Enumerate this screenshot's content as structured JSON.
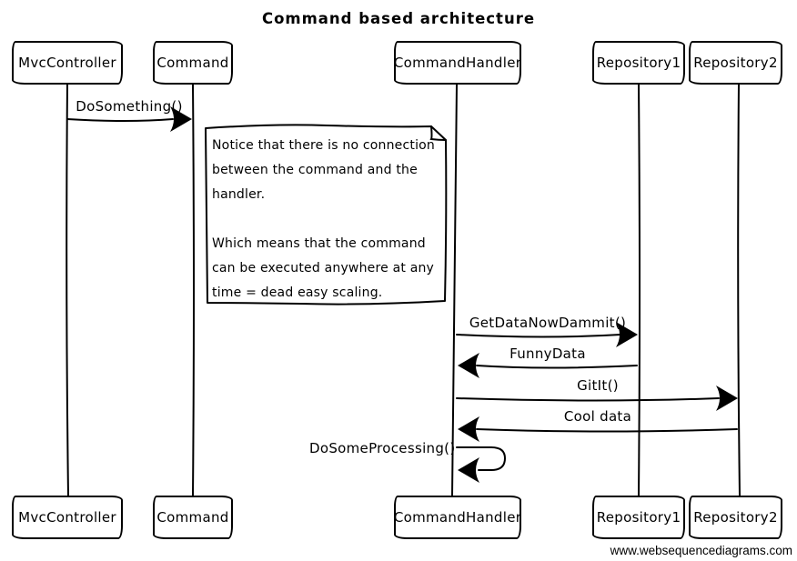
{
  "title": "Command based architecture",
  "footer": "www.websequencediagrams.com",
  "actors": [
    {
      "name": "MvcController"
    },
    {
      "name": "Command"
    },
    {
      "name": "CommandHandler"
    },
    {
      "name": "Repository1"
    },
    {
      "name": "Repository2"
    }
  ],
  "messages": [
    {
      "label": "DoSomething()",
      "from": "MvcController",
      "to": "Command",
      "direction": "right"
    },
    {
      "label": "GetDataNowDammit()",
      "from": "CommandHandler",
      "to": "Repository1",
      "direction": "right"
    },
    {
      "label": "FunnyData",
      "from": "Repository1",
      "to": "CommandHandler",
      "direction": "left"
    },
    {
      "label": "GitIt()",
      "from": "CommandHandler",
      "to": "Repository2",
      "direction": "right"
    },
    {
      "label": "Cool data",
      "from": "Repository2",
      "to": "CommandHandler",
      "direction": "left"
    },
    {
      "label": "DoSomeProcessing()",
      "from": "CommandHandler",
      "to": "CommandHandler",
      "direction": "self"
    }
  ],
  "note": {
    "lines": [
      "Notice that there is no connection",
      "between the command and the",
      "handler.",
      "",
      "Which means that the command",
      "can be executed anywhere at any",
      "time = dead easy scaling."
    ]
  },
  "colors": {
    "stroke": "#000000",
    "background": "#ffffff",
    "box_fill": "#ffffff"
  }
}
